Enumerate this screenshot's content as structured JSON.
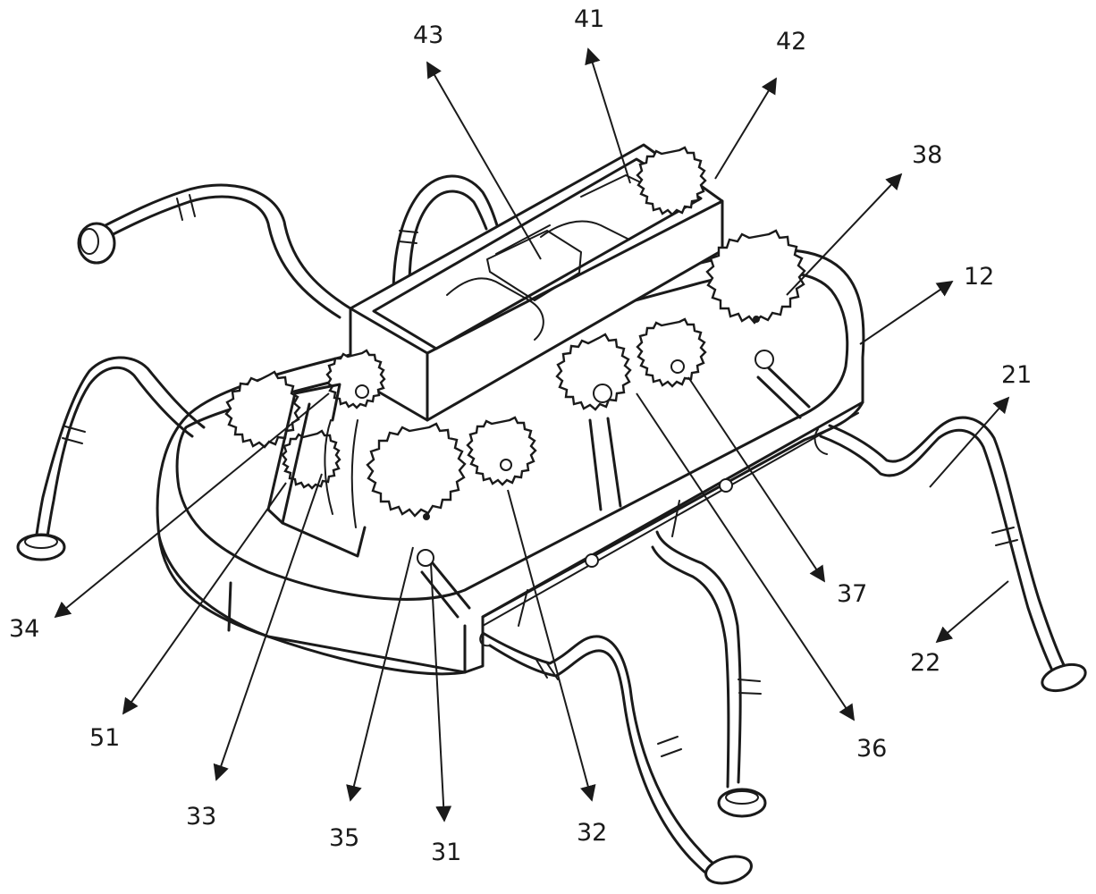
{
  "colors": {
    "line": "#1a1a1a",
    "paper": "#ffffff"
  },
  "callouts": [
    {
      "id": "c43",
      "text": "43"
    },
    {
      "id": "c41",
      "text": "41"
    },
    {
      "id": "c42",
      "text": "42"
    },
    {
      "id": "c38",
      "text": "38"
    },
    {
      "id": "c12",
      "text": "12"
    },
    {
      "id": "c21",
      "text": "21"
    },
    {
      "id": "c22",
      "text": "22"
    },
    {
      "id": "c37",
      "text": "37"
    },
    {
      "id": "c36",
      "text": "36"
    },
    {
      "id": "c32",
      "text": "32"
    },
    {
      "id": "c31",
      "text": "31"
    },
    {
      "id": "c35",
      "text": "35"
    },
    {
      "id": "c33",
      "text": "33"
    },
    {
      "id": "c51",
      "text": "51"
    },
    {
      "id": "c34",
      "text": "34"
    }
  ]
}
